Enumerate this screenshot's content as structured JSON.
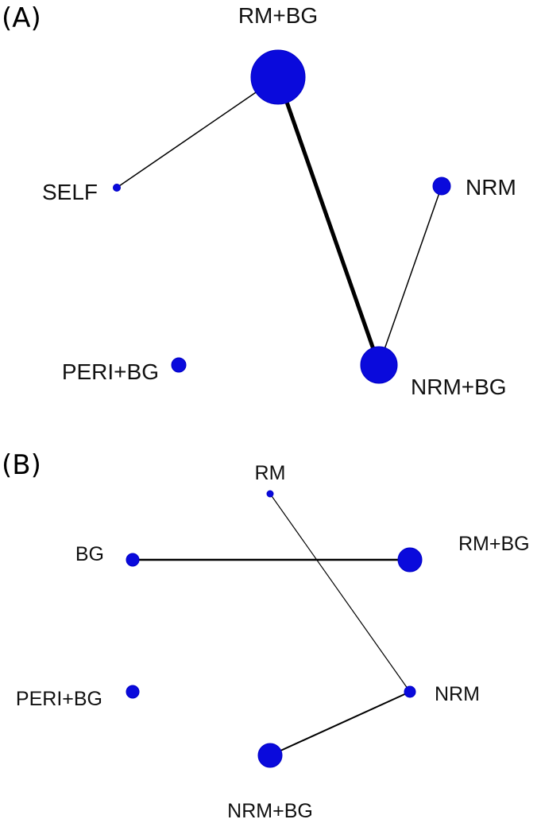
{
  "panel_a": {
    "label": "(A)",
    "nodes": {
      "rm_bg": "RM+BG",
      "self": "SELF",
      "nrm": "NRM",
      "peri_bg": "PERI+BG",
      "nrm_bg": "NRM+BG"
    },
    "edges": [
      {
        "from": "RM+BG",
        "to": "SELF",
        "weight": "thin"
      },
      {
        "from": "RM+BG",
        "to": "NRM+BG",
        "weight": "thick"
      },
      {
        "from": "NRM",
        "to": "NRM+BG",
        "weight": "thin"
      }
    ]
  },
  "panel_b": {
    "label": "(B)",
    "nodes": {
      "rm": "RM",
      "bg": "BG",
      "rm_bg": "RM+BG",
      "peri_bg": "PERI+BG",
      "nrm": "NRM",
      "nrm_bg": "NRM+BG"
    },
    "edges": [
      {
        "from": "BG",
        "to": "RM+BG",
        "weight": "medium"
      },
      {
        "from": "RM",
        "to": "NRM",
        "weight": "thin"
      },
      {
        "from": "NRM",
        "to": "NRM+BG",
        "weight": "medium"
      }
    ]
  },
  "colors": {
    "node_fill": "#0a0adc",
    "edge": "#000000"
  }
}
